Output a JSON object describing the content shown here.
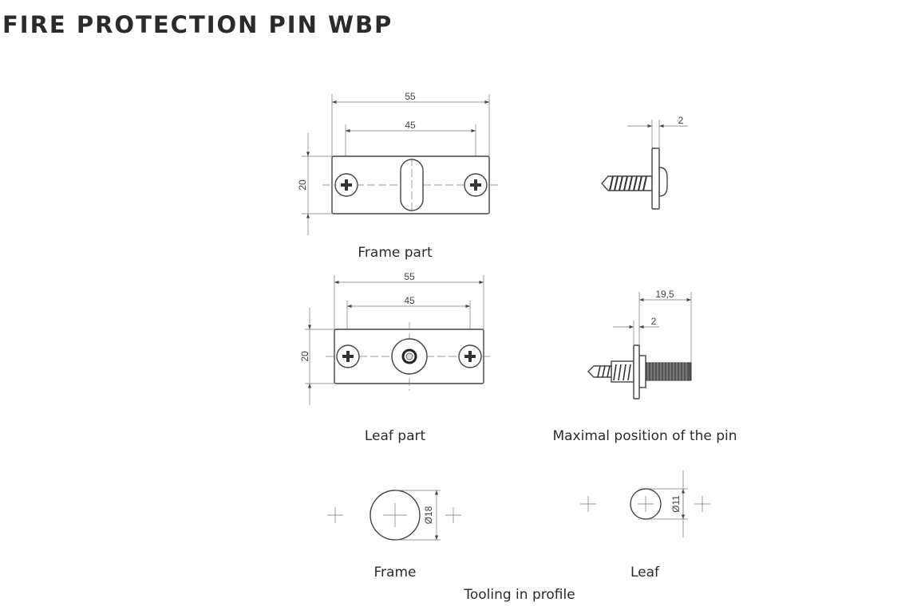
{
  "title": "FIRE PROTECTION PIN WBP",
  "frame_part": {
    "label": "Frame part",
    "dim_total": "55",
    "dim_holes": "45",
    "dim_height": "20",
    "side_dim": "2"
  },
  "leaf_part": {
    "label": "Leaf part",
    "dim_total": "55",
    "dim_holes": "45",
    "dim_height": "20"
  },
  "max_position": {
    "label": "Maximal position of the pin",
    "dim_length": "19,5",
    "dim_flange": "2"
  },
  "tooling": {
    "label": "Tooling in profile",
    "frame_label": "Frame",
    "frame_dim": "Ø18",
    "leaf_label": "Leaf",
    "leaf_dim": "Ø11"
  }
}
